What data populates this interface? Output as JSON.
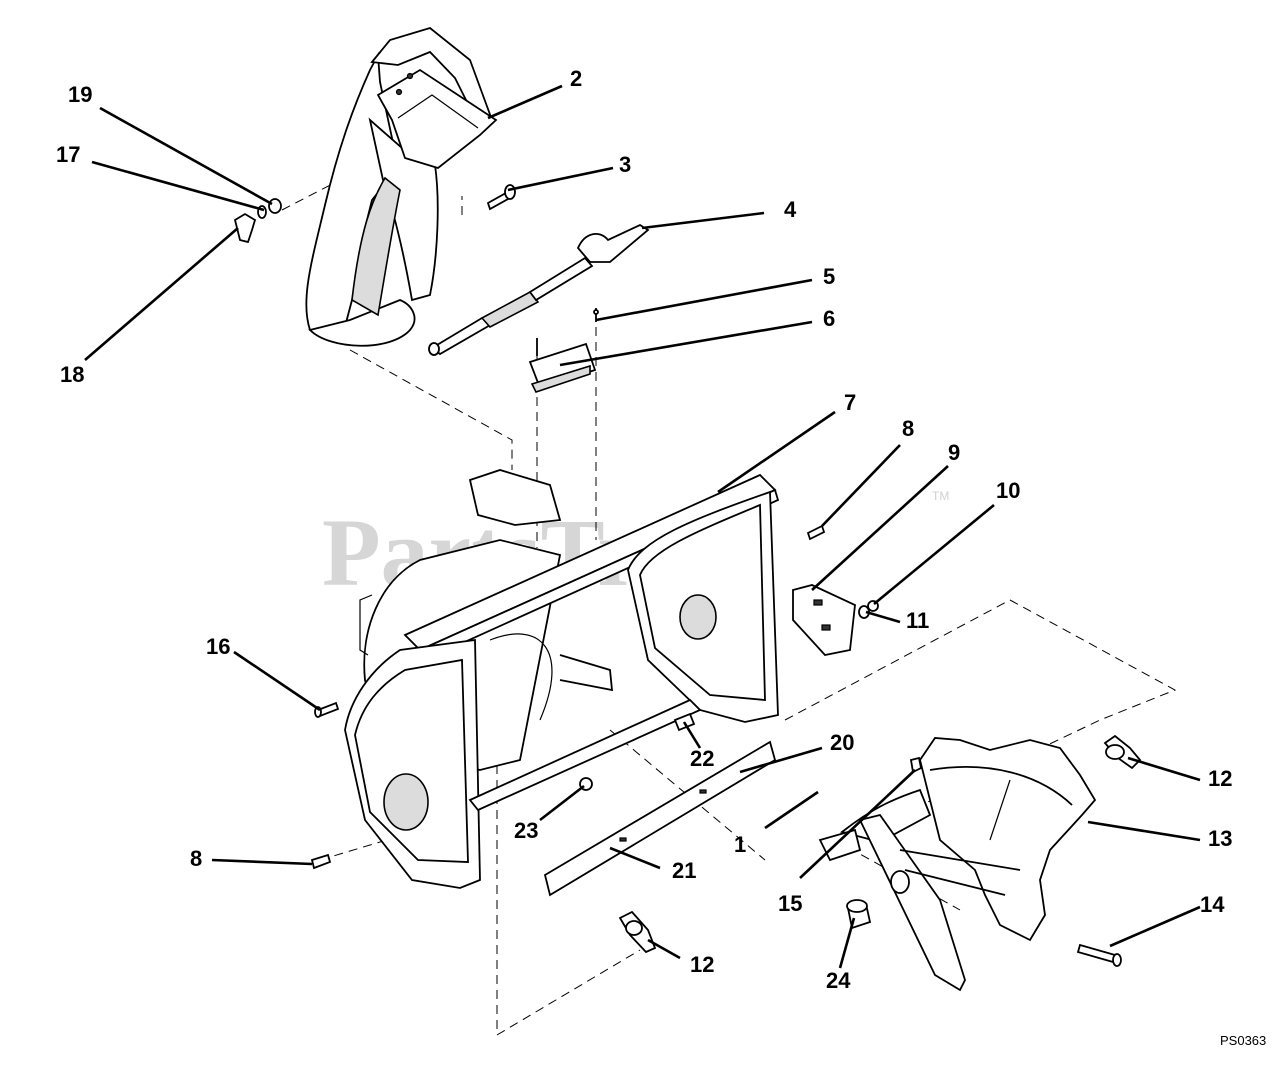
{
  "watermark": {
    "text": "PartsTree",
    "trademark": "TM"
  },
  "drawing_code": "PS0363",
  "callouts": [
    {
      "id": "c-2",
      "text": "2"
    },
    {
      "id": "c-3",
      "text": "3"
    },
    {
      "id": "c-4",
      "text": "4"
    },
    {
      "id": "c-5",
      "text": "5"
    },
    {
      "id": "c-6",
      "text": "6"
    },
    {
      "id": "c-7",
      "text": "7"
    },
    {
      "id": "c-8a",
      "text": "8"
    },
    {
      "id": "c-9",
      "text": "9"
    },
    {
      "id": "c-10",
      "text": "10"
    },
    {
      "id": "c-11",
      "text": "11"
    },
    {
      "id": "c-12a",
      "text": "12"
    },
    {
      "id": "c-13",
      "text": "13"
    },
    {
      "id": "c-14",
      "text": "14"
    },
    {
      "id": "c-15",
      "text": "15"
    },
    {
      "id": "c-16",
      "text": "16"
    },
    {
      "id": "c-17",
      "text": "17"
    },
    {
      "id": "c-18",
      "text": "18"
    },
    {
      "id": "c-19",
      "text": "19"
    },
    {
      "id": "c-20",
      "text": "20"
    },
    {
      "id": "c-21",
      "text": "21"
    },
    {
      "id": "c-22",
      "text": "22"
    },
    {
      "id": "c-23",
      "text": "23"
    },
    {
      "id": "c-24",
      "text": "24"
    },
    {
      "id": "c-1",
      "text": "1"
    },
    {
      "id": "c-8b",
      "text": "8"
    },
    {
      "id": "c-12b",
      "text": "12"
    }
  ]
}
